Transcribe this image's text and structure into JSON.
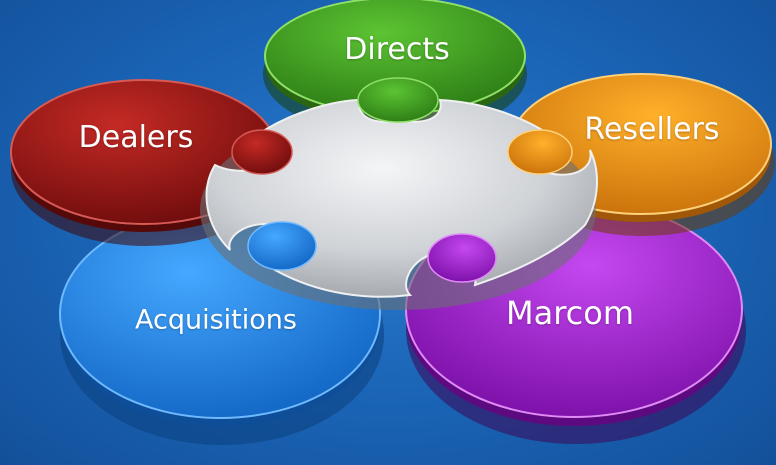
{
  "diagram": {
    "center": {
      "color": "#d4d6da"
    },
    "petals": [
      {
        "key": "directs",
        "label": "Directs",
        "color": "#3e9a22"
      },
      {
        "key": "dealers",
        "label": "Dealers",
        "color": "#9c1a1a"
      },
      {
        "key": "resellers",
        "label": "Resellers",
        "color": "#e58a10"
      },
      {
        "key": "acquisitions",
        "label": "Acquisitions",
        "color": "#2a8be6"
      },
      {
        "key": "marcom",
        "label": "Marcom",
        "color": "#a21ccf"
      }
    ]
  }
}
